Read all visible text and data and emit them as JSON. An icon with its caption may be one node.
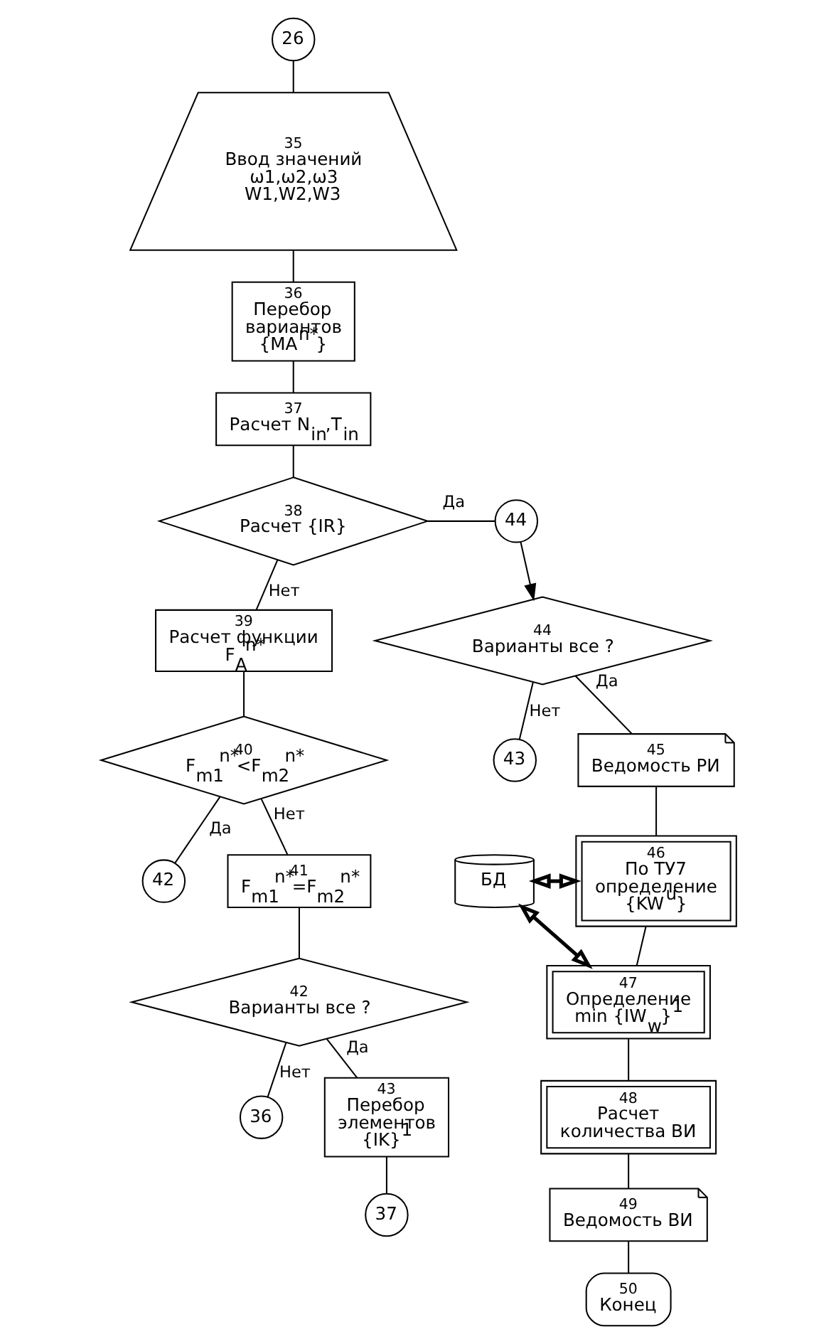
{
  "diagram": {
    "nodes": [
      {
        "text": [
          "26"
        ]
      },
      {
        "text": [
          "35",
          "Ввод значений ω1,ω2,ω3 W1,W2,W3"
        ]
      },
      {
        "text": [
          "36",
          "Перебор вариантов {MA$^{n*}$}"
        ]
      },
      {
        "text": [
          "37",
          "Расчет N$_{in}$,T$_{in}$"
        ]
      },
      {
        "text": [
          "38",
          "Расчет {IR}"
        ]
      },
      {
        "text": [
          "44"
        ]
      },
      {
        "text": [
          "39",
          "Расчет функции F$_{A}$$^{n*}$"
        ]
      },
      {
        "text": [
          "40",
          "F$_{m1}$$^{n*}$<F$_{m2}$$^{n*}$"
        ]
      },
      {
        "text": [
          "42"
        ]
      },
      {
        "text": [
          "41",
          "F$_{m1}$$^{n*}$=F$_{m2}$$^{n*}$"
        ]
      },
      {
        "text": [
          "42",
          "Варианты все ?"
        ]
      },
      {
        "text": [
          "36"
        ]
      },
      {
        "text": [
          "43",
          "Перебор элементов {IK}$^{1}$"
        ]
      },
      {
        "text": [
          "37"
        ]
      },
      {
        "text": [
          "44",
          "Варианты все ?"
        ]
      },
      {
        "text": [
          "43"
        ]
      },
      {
        "text": [
          "45",
          "Ведомость РИ"
        ]
      },
      {
        "text": [
          "БД"
        ]
      },
      {
        "text": [
          "46",
          "По ТУ7 определение {KW$^{u}$}"
        ]
      },
      {
        "text": [
          "47",
          "Определение min {IW$_{w}$}$^{1}$"
        ]
      },
      {
        "text": [
          "48",
          "Расчет количества ВИ"
        ]
      },
      {
        "text": [
          "49",
          "Ведомость ВИ"
        ]
      },
      {
        "text": [
          "50",
          "Конец"
        ]
      }
    ],
    "edges": [
      {
        "from": 0,
        "to": 1,
        "arrow": "none"
      },
      {
        "from": 1,
        "to": 2,
        "arrow": "none"
      },
      {
        "from": 2,
        "to": 3,
        "arrow": "none"
      },
      {
        "from": 3,
        "to": 4,
        "arrow": "none"
      },
      {
        "from": 4,
        "to": 5,
        "arrow": "none",
        "label": "Да"
      },
      {
        "from": 4,
        "to": 6,
        "arrow": "none",
        "label": "Нет"
      },
      {
        "from": 6,
        "to": 7,
        "arrow": "none"
      },
      {
        "from": 7,
        "to": 8,
        "arrow": "none",
        "label": "Да"
      },
      {
        "from": 7,
        "to": 9,
        "arrow": "none",
        "label": "Нет"
      },
      {
        "from": 9,
        "to": 10,
        "arrow": "none"
      },
      {
        "from": 10,
        "to": 11,
        "arrow": "none",
        "label": "Нет"
      },
      {
        "from": 10,
        "to": 12,
        "arrow": "none",
        "label": "Да"
      },
      {
        "from": 12,
        "to": 13,
        "arrow": "none"
      },
      {
        "from": 5,
        "to": 14,
        "arrow": "to"
      },
      {
        "from": 14,
        "to": 15,
        "arrow": "none",
        "label": "Нет"
      },
      {
        "from": 14,
        "to": 16,
        "arrow": "none",
        "label": "Да"
      },
      {
        "from": 16,
        "to": 18,
        "arrow": "none"
      },
      {
        "from": 17,
        "to": 18,
        "arrow": "both",
        "style": "thick"
      },
      {
        "from": 17,
        "to": 19,
        "arrow": "both",
        "style": "thick"
      },
      {
        "from": 18,
        "to": 19,
        "arrow": "none"
      },
      {
        "from": 19,
        "to": 20,
        "arrow": "none"
      },
      {
        "from": 20,
        "to": 21,
        "arrow": "none"
      },
      {
        "from": 21,
        "to": 22,
        "arrow": "none"
      }
    ]
  }
}
